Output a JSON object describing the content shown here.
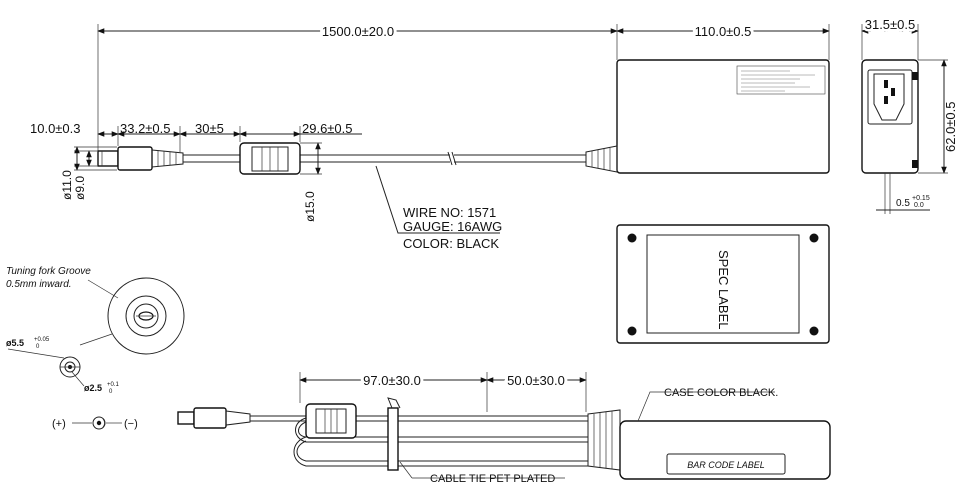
{
  "dimensions": {
    "overall_cable": "1500.0±20.0",
    "case_length": "110.0±0.5",
    "case_depth": "31.5±0.5",
    "case_width": "62.0±0.5",
    "inlet_offset": "0.5",
    "inlet_offset_tol_plus": "+0.15",
    "inlet_offset_tol_minus": "0.0",
    "tip_length": "10.0±0.3",
    "plug_length": "33.2±0.5",
    "plug_to_core": "30±5",
    "core_length": "29.6±0.5",
    "dia_outer": "ø11.0",
    "dia_inner": "ø9.0",
    "core_dia": "ø15.0",
    "lower_core_len": "97.0±30.0",
    "lower_end_len": "50.0±30.0",
    "barrel_od": "ø5.5",
    "barrel_od_tol_plus": "+0.05",
    "barrel_od_tol_minus": "0",
    "pin_id": "ø2.5",
    "pin_id_tol_plus": "+0.1",
    "pin_id_tol_minus": "0"
  },
  "wire_spec": {
    "wire_no": "WIRE NO: 1571",
    "gauge": "GAUGE: 16AWG",
    "color": "COLOR: BLACK"
  },
  "notes": {
    "groove": [
      "Tuning fork Groove",
      "0.5mm inward."
    ],
    "case_color": "CASE COLOR BLACK.",
    "cable_tie": "CABLE TIE  PET PLATED",
    "spec_label": "SPEC LABEL",
    "bar_code": "BAR CODE LABEL"
  },
  "polarity": {
    "plus": "(+)",
    "minus": "(−)"
  }
}
